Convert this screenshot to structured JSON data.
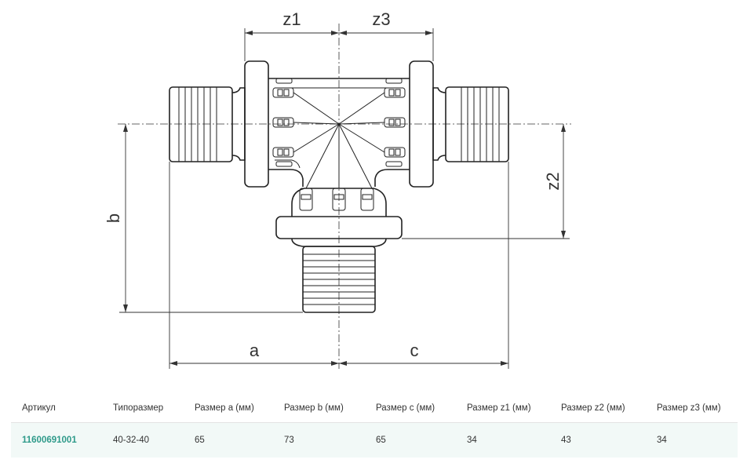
{
  "drawing": {
    "labels": {
      "z1": "z1",
      "z3": "z3",
      "z2": "z2",
      "b": "b",
      "a": "a",
      "c": "c"
    }
  },
  "table": {
    "headers": [
      "Артикул",
      "Типоразмер",
      "Размер a (мм)",
      "Размер b (мм)",
      "Размер c (мм)",
      "Размер z1 (мм)",
      "Размер z2 (мм)",
      "Размер z3 (мм)"
    ],
    "rows": [
      [
        "11600691001",
        "40-32-40",
        "65",
        "73",
        "65",
        "34",
        "43",
        "34"
      ]
    ]
  },
  "colors": {
    "article": "#2e9a8a",
    "row_background": "#f2f9f7",
    "line": "#222222"
  }
}
